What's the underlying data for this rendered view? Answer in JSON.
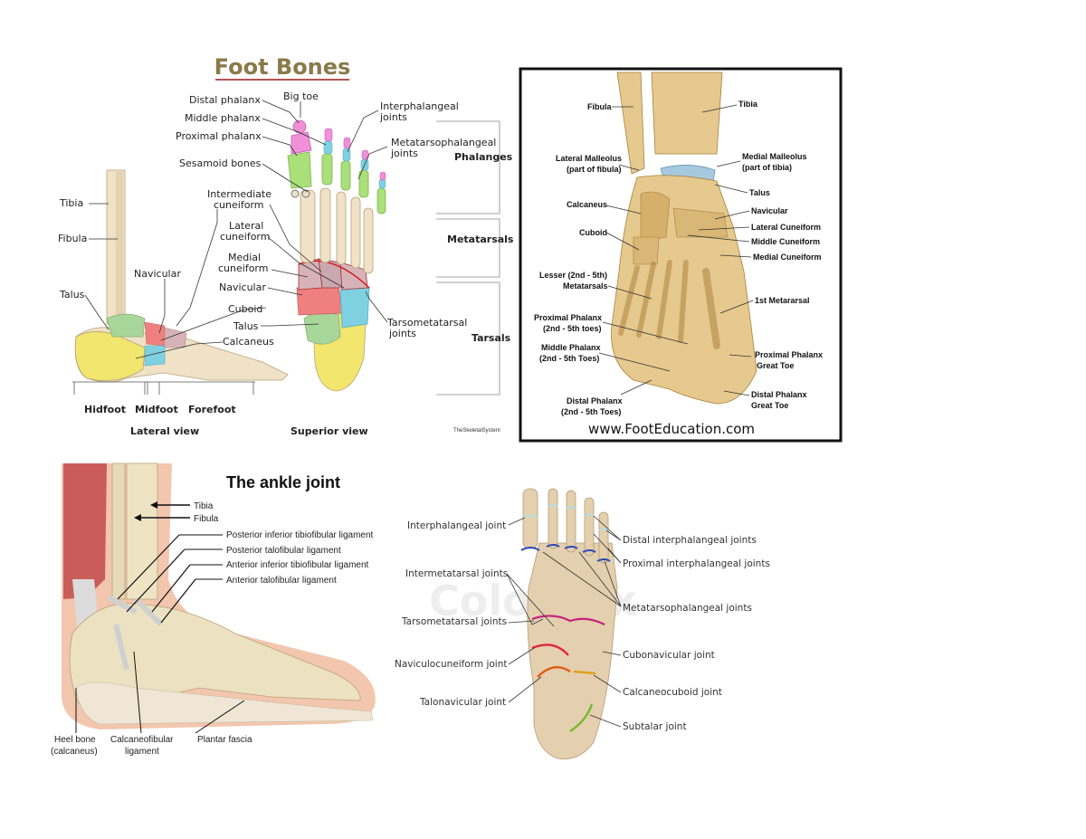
{
  "panel1": {
    "title": "Foot Bones",
    "labels": {
      "distal_phalanx": "Distal phalanx",
      "big_toe": "Big toe",
      "middle_phalanx": "Middle phalanx",
      "proximal_phalanx": "Proximal phalanx",
      "sesamoid": "Sesamoid bones",
      "interphalangeal_1": "Interphalangeal",
      "interphalangeal_2": "joints",
      "mtp_1": "Metatarsophalangeal",
      "mtp_2": "joints",
      "tibia": "Tibia",
      "fibula": "Fibula",
      "intermediate_1": "Intermediate",
      "intermediate_2": "cuneiform",
      "lateral_1": "Lateral",
      "lateral_2": "cuneiform",
      "medial_1": "Medial",
      "medial_2": "cuneiform",
      "navicular_left": "Navicular",
      "navicular": "Navicular",
      "talus_left": "Talus",
      "cuboid": "Cuboid",
      "talus": "Talus",
      "calcaneus": "Calcaneus",
      "tmt_1": "Tarsometatarsal",
      "tmt_2": "joints",
      "phalanges": "Phalanges",
      "metatarsals": "Metatarsals",
      "tarsals": "Tarsals",
      "hindfoot": "Hidfoot",
      "midfoot": "Midfoot",
      "forefoot": "Forefoot",
      "lateral_view": "Lateral view",
      "superior_view": "Superior view",
      "credit": "TheSkeletalSystem"
    }
  },
  "panel2": {
    "labels": {
      "fibula": "Fibula",
      "tibia": "Tibia",
      "lat_mall_1": "Lateral Malleolus",
      "lat_mall_2": "(part of fibula)",
      "med_mall_1": "Medial Malleolus",
      "med_mall_2": "(part of tibia)",
      "talus": "Talus",
      "calcaneus": "Calcaneus",
      "navicular": "Navicular",
      "cuboid": "Cuboid",
      "lat_cun": "Lateral Cuneiform",
      "mid_cun": "Middle Cuneiform",
      "med_cun": "Medial Cuneiform",
      "lesser_1": "Lesser (2nd - 5th)",
      "lesser_2": "Metatarsals",
      "first_met": "1st Metararsal",
      "prox_ph_1": "Proximal Phalanx",
      "prox_ph_2": "(2nd - 5th toes)",
      "mid_ph_1": "Middle Phalanx",
      "mid_ph_2": "(2nd - 5th Toes)",
      "prox_great_1": "Proximal Phalanx",
      "prox_great_2": "Great Toe",
      "dist_ph_1": "Distal Phalanx",
      "dist_ph_2": "(2nd - 5th Toes)",
      "dist_great_1": "Distal Phalanx",
      "dist_great_2": "Great Toe",
      "website": "www.FootEducation.com"
    }
  },
  "panel3": {
    "title": "The ankle joint",
    "labels": {
      "tibia": "Tibia",
      "fibula": "Fibula",
      "pitl": "Posterior inferior tibiofibular ligament",
      "ptl": "Posterior talofibular ligament",
      "aitl": "Anterior inferior tibiofibular ligament",
      "atl": "Anterior talofibular ligament",
      "heel_1": "Heel bone",
      "heel_2": "(calcaneus)",
      "cfl_1": "Calcaneofibular",
      "cfl_2": "ligament",
      "plantar": "Plantar fascia"
    }
  },
  "panel4": {
    "watermark": "Colorbox",
    "labels": {
      "ip": "Interphalangeal joint",
      "im": "Intermetatarsal joints",
      "tmt": "Tarsometatarsal joints",
      "nc": "Naviculocuneiform joint",
      "tn": "Talonavicular joint",
      "dip": "Distal interphalangeal joints",
      "pip": "Proximal interphalangeal joints",
      "mtp": "Metatarsophalangeal joints",
      "cn": "Cubonavicular joint",
      "cc": "Calcaneocuboid joint",
      "st": "Subtalar joint"
    }
  },
  "colors": {
    "title_gold": "#8a7a4a",
    "frame": "#111111",
    "ip_joint": "#2b49b8",
    "tmt_joint": "#c2237f",
    "nc_joint": "#e0263a",
    "tn_joint": "#e05a12",
    "cc_joint": "#e0a01a",
    "st_joint": "#7ab82e"
  }
}
